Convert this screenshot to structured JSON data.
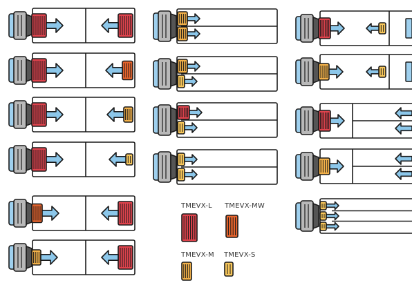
{
  "colors": {
    "outline": "#1a1a1a",
    "cable_blue": "#9fd0ee",
    "cable_gray": "#b9b9b9",
    "cable_dark": "#555555",
    "arrow_blue": "#8cc7ea",
    "L": "#e0434d",
    "MW": "#e8642c",
    "M": "#f3b149",
    "S": "#f7c65a",
    "line": "#1a1a1a"
  },
  "icons": {
    "connector": "cable-connector-icon",
    "arrow": "flow-arrow-icon",
    "module": "evx-module-icon"
  },
  "legend": [
    {
      "key": "L",
      "label": "TMEVX-L"
    },
    {
      "key": "MW",
      "label": "TMEVX-MW"
    },
    {
      "key": "M",
      "label": "TMEVX-M"
    },
    {
      "key": "S",
      "label": "TMEVX-S"
    }
  ],
  "columns": [
    {
      "name": "single-lane-pairs",
      "rows": [
        {
          "left": "L",
          "right": "L"
        },
        {
          "left": "L",
          "right": "MW"
        },
        {
          "left": "L",
          "right": "M"
        },
        {
          "left": "L",
          "right": "S"
        },
        {
          "left": "MW",
          "right": "L"
        },
        {
          "left": "M",
          "right": "L"
        }
      ]
    },
    {
      "name": "dual-lane",
      "rows": [
        {
          "lanes": [
            "M",
            "M"
          ]
        },
        {
          "lanes": [
            "M",
            "S"
          ]
        },
        {
          "lanes": [
            "L",
            "S"
          ]
        },
        {
          "lanes": [
            "S",
            "S"
          ]
        }
      ]
    },
    {
      "name": "right-column",
      "rows": [
        {
          "type": "pair",
          "left": "L",
          "right": "S"
        },
        {
          "type": "pair",
          "left": "M",
          "right": "S"
        },
        {
          "type": "multi",
          "left": "L",
          "lanes": 2
        },
        {
          "type": "multi",
          "left": "M",
          "lanes": 2
        },
        {
          "type": "stack",
          "lanes": [
            "S",
            "S",
            "S"
          ]
        }
      ]
    }
  ]
}
